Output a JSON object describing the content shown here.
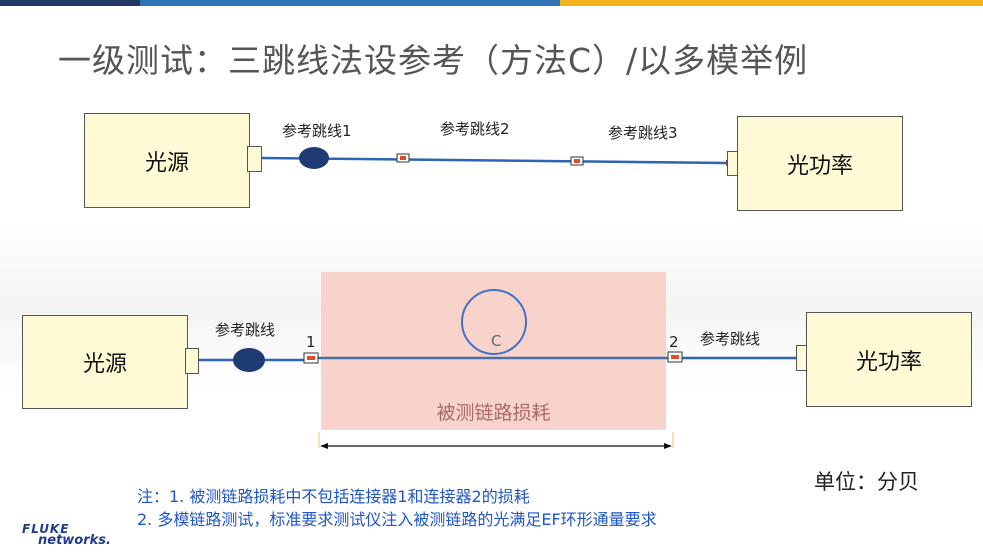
{
  "title": "一级测试：三跳线法设参考（方法C）/以多模举例",
  "top": {
    "source_label": "光源",
    "meter_label": "光功率",
    "cord1": "参考跳线1",
    "cord2": "参考跳线2",
    "cord3": "参考跳线3"
  },
  "bottom": {
    "source_label": "光源",
    "meter_label": "光功率",
    "cord_left": "参考跳线",
    "cord_right": "参考跳线",
    "conn1": "1",
    "conn2": "2",
    "circle_label": "C",
    "dut_label": "被测链路损耗"
  },
  "unit": "单位：分贝",
  "notes": [
    "注：1. 被测链路损耗中不包括连接器1和连接器2的损耗",
    "2. 多模链路测试，标准要求测试仪注入被测链路的光满足EF环形通量要求"
  ],
  "logo": {
    "line1": "FLUKE",
    "line2": "networks."
  },
  "colors": {
    "fiber": "#2e64b4",
    "device_fill": "#fffad6",
    "dut_fill": "#f8d3cc",
    "mandrel": "#1f3b73",
    "connector": "#e04b2a",
    "note_text": "#1f56c7"
  }
}
